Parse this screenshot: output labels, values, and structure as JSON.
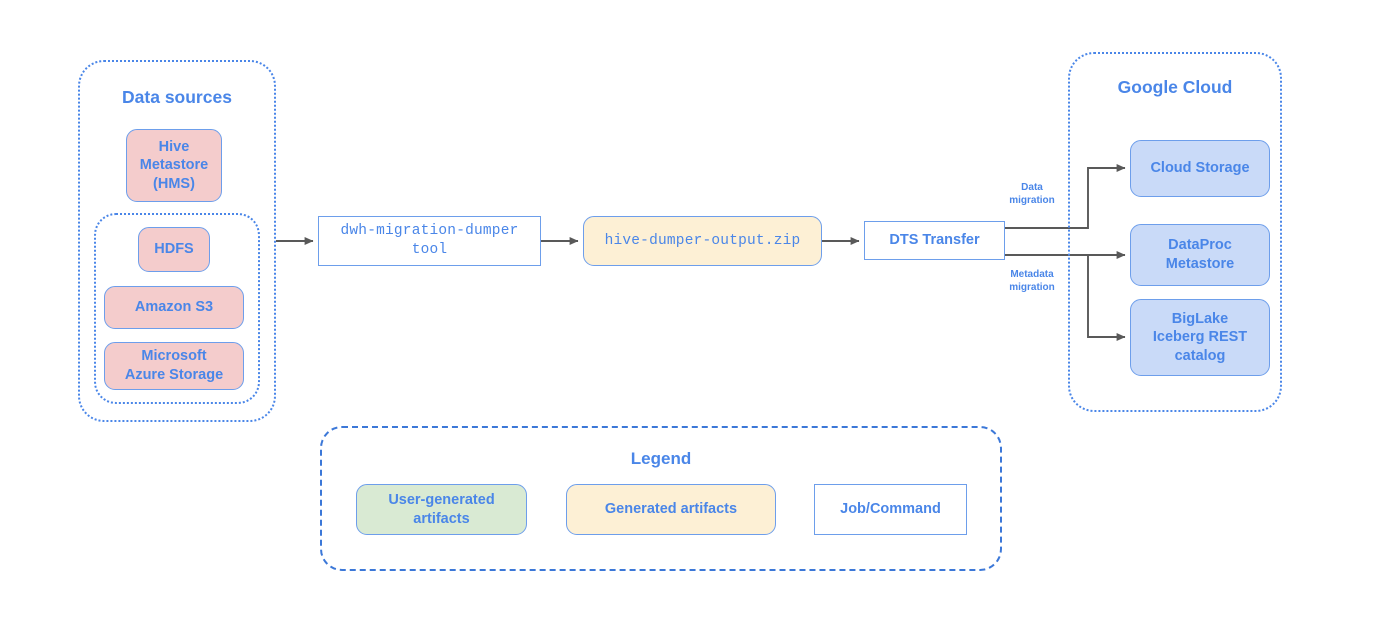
{
  "groups": {
    "data_sources": {
      "title": "Data sources"
    },
    "google_cloud": {
      "title": "Google Cloud"
    },
    "legend": {
      "title": "Legend"
    }
  },
  "sources": {
    "hms": "Hive\nMetastore\n(HMS)",
    "hms_line1": "Hive",
    "hms_line2": "Metastore",
    "hms_line3": "(HMS)",
    "hdfs": "HDFS",
    "s3": "Amazon S3",
    "azure_line1": "Microsoft",
    "azure_line2": "Azure Storage"
  },
  "pipeline": {
    "dumper_line1": "dwh-migration-dumper",
    "dumper_line2": "tool",
    "zip": "hive-dumper-output.zip",
    "dts": "DTS Transfer"
  },
  "edges": {
    "data_migration_line1": "Data",
    "data_migration_line2": "migration",
    "metadata_migration_line1": "Metadata",
    "metadata_migration_line2": "migration"
  },
  "targets": {
    "cloud_storage": "Cloud Storage",
    "dataproc_line1": "DataProc",
    "dataproc_line2": "Metastore",
    "biglake_line1": "BigLake",
    "biglake_line2": "Iceberg REST",
    "biglake_line3": "catalog"
  },
  "legend_items": {
    "user_generated_line1": "User-generated",
    "user_generated_line2": "artifacts",
    "generated": "Generated artifacts",
    "job_command": "Job/Command"
  },
  "colors": {
    "accent_blue": "#4a86e8",
    "border_blue": "#6d9eeb",
    "source_pink": "#f4cccc",
    "target_blue": "#c9daf8",
    "generated_yellow": "#fce5cd",
    "user_green": "#d9ead3",
    "arrow_gray": "#595959",
    "background": "#ffffff"
  }
}
